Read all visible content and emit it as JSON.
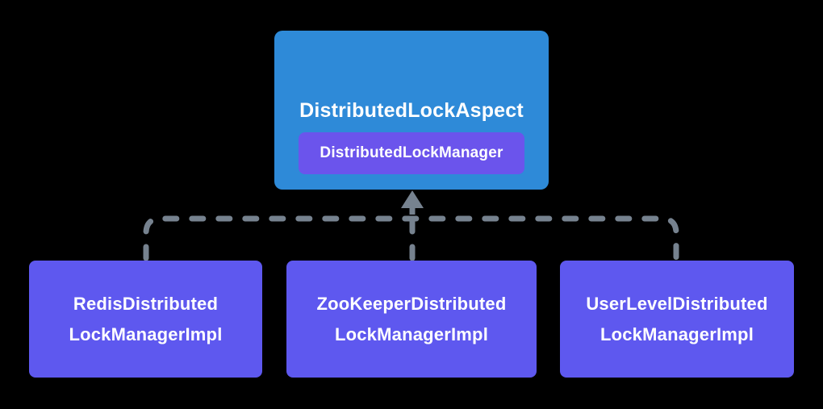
{
  "canvas": {
    "background": "#000000"
  },
  "colors": {
    "parent_box": "#2E8AD8",
    "manager_box": "#6B54EC",
    "impl_box": "#5E58EF",
    "connector": "#76828F",
    "text": "#FFFFFF"
  },
  "diagram": {
    "parent": {
      "title": "DistributedLockAspect",
      "dependency": "DistributedLockManager"
    },
    "implementations": [
      {
        "line1": "RedisDistributed",
        "line2": "LockManagerImpl"
      },
      {
        "line1": "ZooKeeperDistributed",
        "line2": "LockManagerImpl"
      },
      {
        "line1": "UserLevelDistributed",
        "line2": "LockManagerImpl"
      }
    ]
  }
}
